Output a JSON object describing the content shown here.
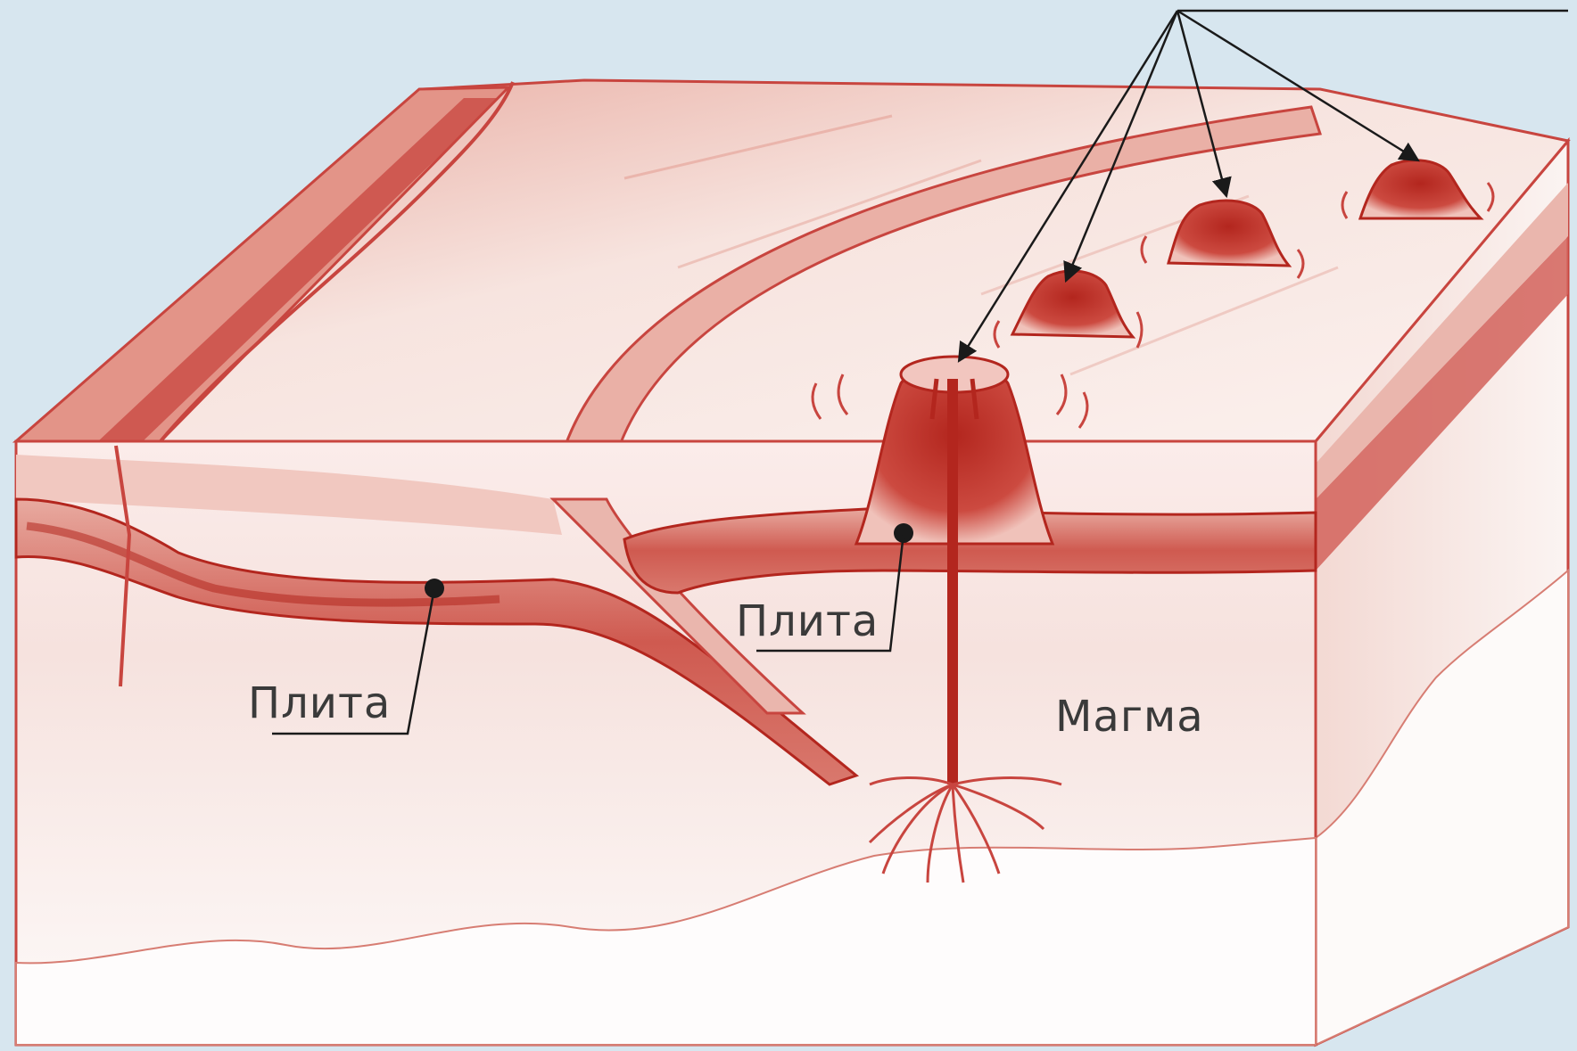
{
  "labels": {
    "plate_left": "Плита",
    "plate_center": "Плита",
    "magma": "Магма"
  },
  "colors": {
    "background": "#d7e6ef",
    "plate_red": "#c8453f",
    "plate_dark": "#b3261e",
    "plate_light": "#e9b1a8",
    "block_white": "#fbf6f5",
    "ink": "#1a1a1a"
  }
}
